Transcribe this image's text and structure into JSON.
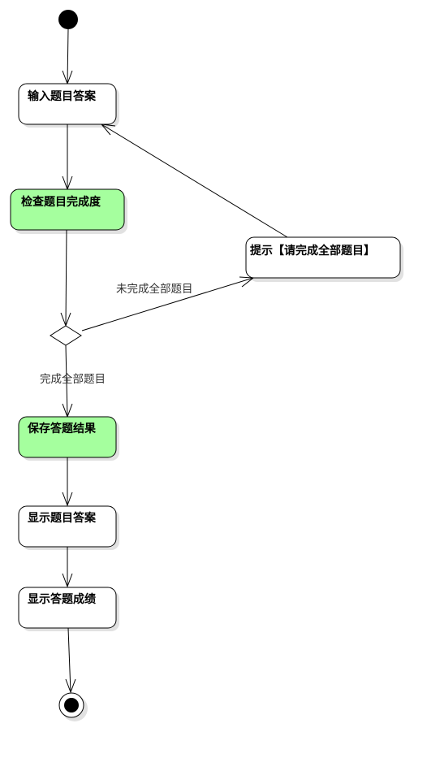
{
  "colors": {
    "action_fill": "#ffffff",
    "highlight_fill": "#a5ff9e",
    "stroke": "#000000",
    "shadow": "#d9d9d9"
  },
  "nodes": {
    "input_answers": "输入题目答案",
    "check_completion": "检查题目完成度",
    "prompt_complete_all": "提示【请完成全部题目】",
    "save_results": "保存答题结果",
    "show_answers": "显示题目答案",
    "show_score": "显示答题成绩"
  },
  "edges": {
    "incomplete_guard": "未完成全部题目",
    "complete_guard": "完成全部题目"
  }
}
